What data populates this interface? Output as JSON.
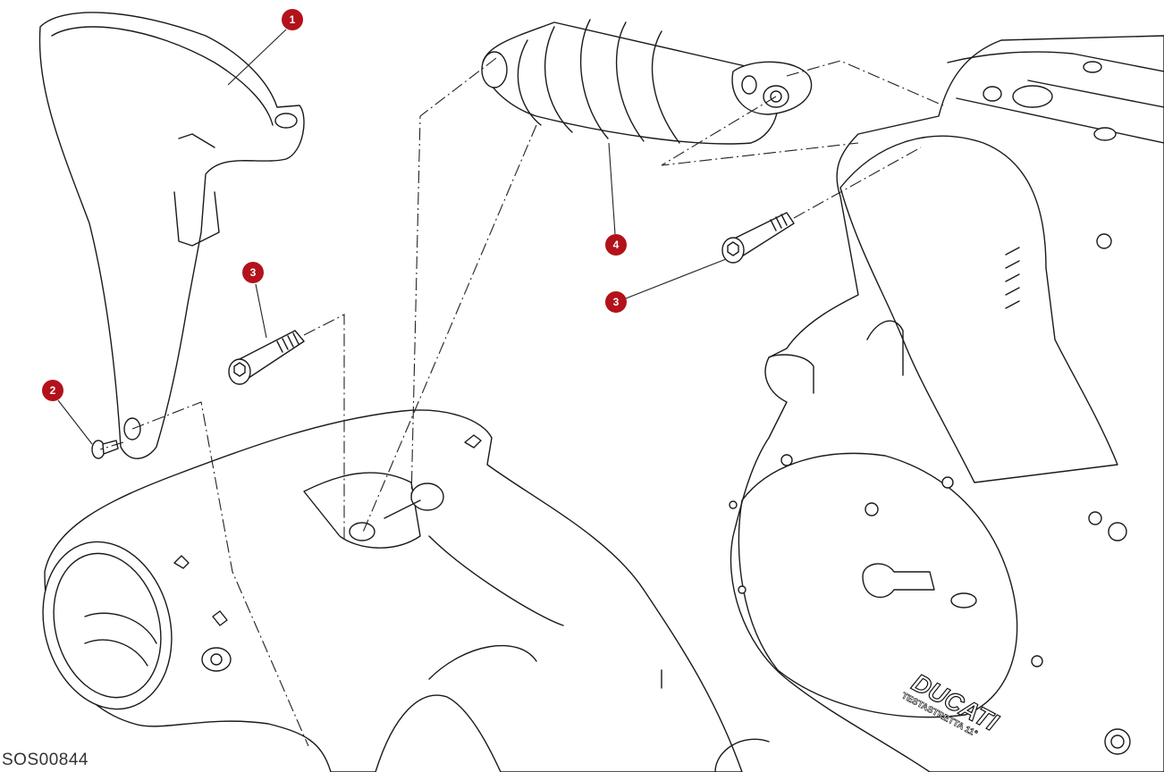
{
  "drawing_code": "SOS00844",
  "callouts": [
    {
      "number": "1",
      "part": "rear-hugger"
    },
    {
      "number": "2",
      "part": "screw"
    },
    {
      "number": "3",
      "part": "shock-bolt-lower"
    },
    {
      "number": "4",
      "part": "rear-shock-absorber"
    },
    {
      "number": "3",
      "part": "shock-bolt-upper"
    }
  ],
  "engine_logo": {
    "brand": "DUCATI",
    "sub": "TESTASTRETTA 11°"
  },
  "colors": {
    "callout": "#b3121b",
    "line": "#1a1a1a"
  }
}
